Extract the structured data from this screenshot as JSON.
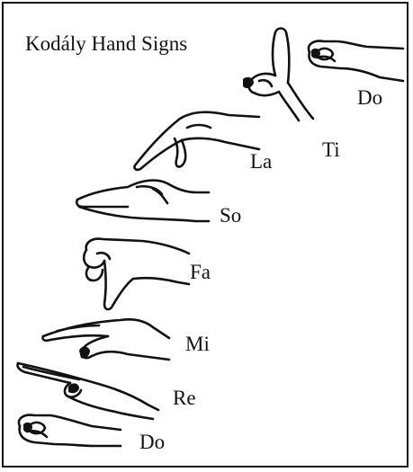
{
  "title": "Kodály Hand Signs",
  "signs": [
    {
      "syllable": "Do",
      "icon": "closed-fist-icon"
    },
    {
      "syllable": "Ti",
      "icon": "pointing-up-hand-icon"
    },
    {
      "syllable": "La",
      "icon": "drooping-hand-icon"
    },
    {
      "syllable": "So",
      "icon": "flat-hand-icon"
    },
    {
      "syllable": "Fa",
      "icon": "thumb-down-hand-icon"
    },
    {
      "syllable": "Mi",
      "icon": "palm-down-hand-icon"
    },
    {
      "syllable": "Re",
      "icon": "slanted-hand-icon"
    },
    {
      "syllable": "Do",
      "icon": "closed-fist-icon"
    }
  ]
}
